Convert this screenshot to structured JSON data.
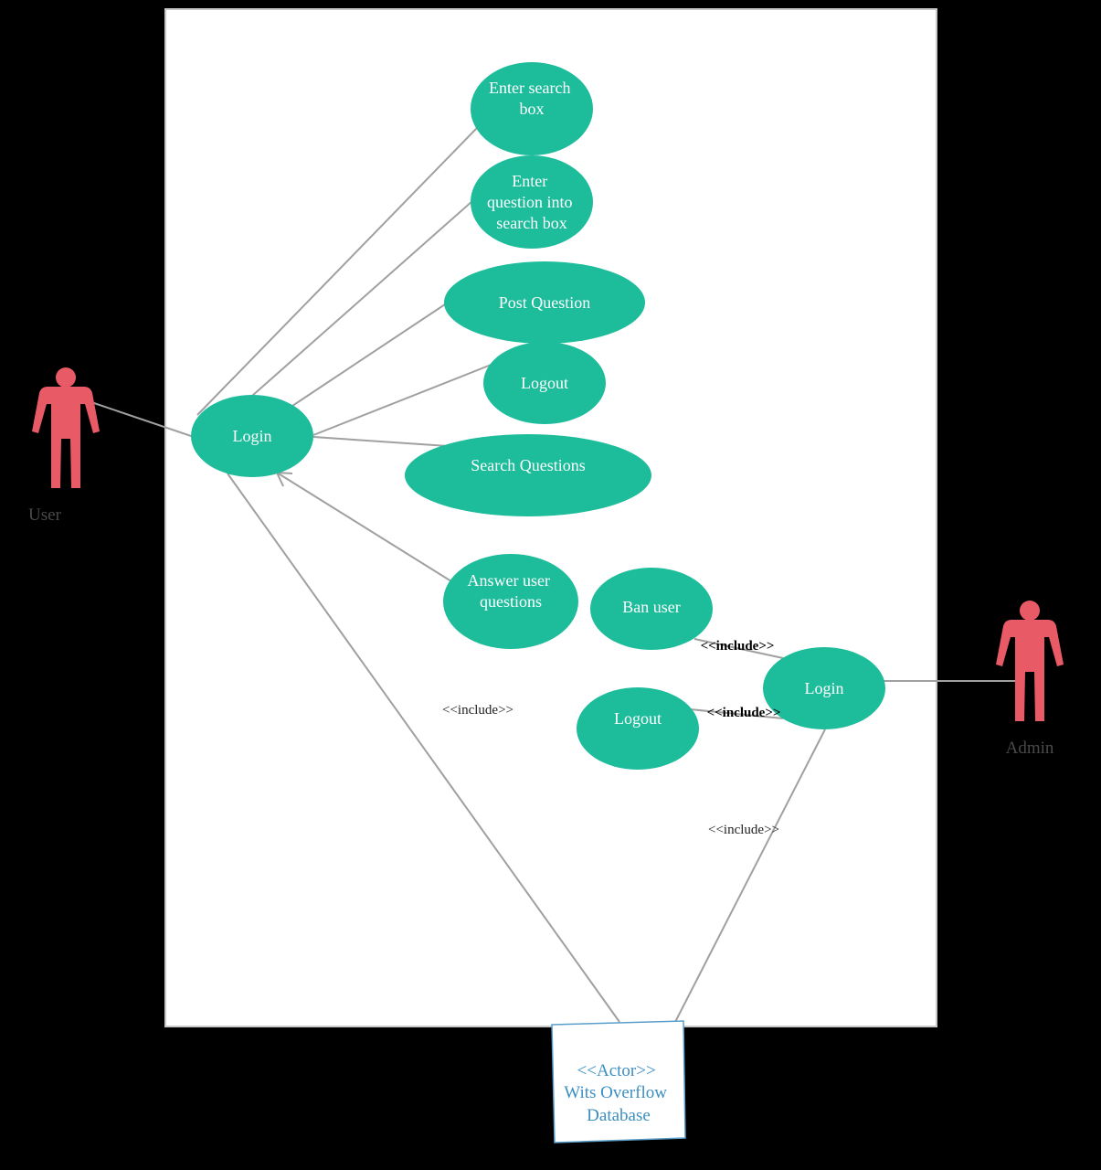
{
  "colors": {
    "background": "#000000",
    "boundary_fill": "#ffffff",
    "boundary_stroke": "#c8c8c8",
    "usecase_fill": "#1dbc9b",
    "usecase_text": "#ffffff",
    "actor_fill": "#e85a66",
    "actor_label": "#4a4a4a",
    "line": "#a0a0a0",
    "include_text": "#222222",
    "include_text_bold": "#000000",
    "db_text": "#3b8fc2",
    "db_border": "#5a9fcc"
  },
  "actors": {
    "user": {
      "label": "User",
      "icon": "person-icon"
    },
    "admin": {
      "label": "Admin",
      "icon": "person-icon"
    }
  },
  "use_cases": {
    "enter_search_box": {
      "lines": [
        "Enter search",
        "box"
      ]
    },
    "enter_question": {
      "lines": [
        "Enter",
        "question into",
        "search box"
      ]
    },
    "post_question": {
      "lines": [
        "Post Question"
      ]
    },
    "user_logout": {
      "lines": [
        "Logout"
      ]
    },
    "user_login": {
      "lines": [
        "Login"
      ]
    },
    "search_questions": {
      "lines": [
        "Search Questions"
      ]
    },
    "answer_questions": {
      "lines": [
        "Answer user",
        "questions"
      ]
    },
    "ban_user": {
      "lines": [
        "Ban user"
      ]
    },
    "admin_logout": {
      "lines": [
        "Logout"
      ]
    },
    "admin_login": {
      "lines": [
        "Login"
      ]
    }
  },
  "include_labels": {
    "ban_user": "<<include>>",
    "admin_logout": "<<include>>",
    "user_db": "<<include>>",
    "admin_db": "<<include>>"
  },
  "database": {
    "lines": [
      "<<Actor>>",
      "Wits Overflow",
      "Database"
    ]
  }
}
